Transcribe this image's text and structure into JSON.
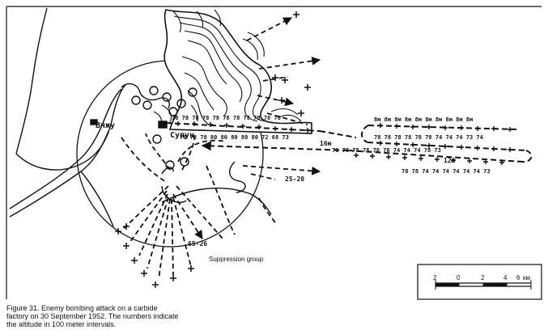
{
  "map": {
    "place_labels": {
      "vchzhu": "Вчжу",
      "supung": "Супун"
    },
    "altitude_labels": {
      "upper_row_1": "78 78 78 78 78 78 78 78 78 78 78",
      "upper_row_2": "78 78 78 80 80 80 80 80 72 68 73",
      "right_row_1": "8м 8м 8м 8м 8м 8м 8м 8м 8м 8м",
      "right_row_2": "78 78 78 78 78 78 74 74 74 73 74",
      "lower_row_1": "78 78 78 78 78 78 74 74 74 78 73",
      "lower_row_2": "78 78 74 74 74 74 74 74 73",
      "alt_a": "25-20",
      "alt_b": "65-26",
      "mid_16m": "16м",
      "mid_12m": "12м"
    },
    "suppression_label": "Suppression group",
    "scale": {
      "ticks": [
        "2",
        "0",
        "2",
        "4",
        "6"
      ],
      "unit": "км"
    }
  },
  "caption": {
    "line1": "Figure 31. Enemy bombing attack on a carbide",
    "line2": "factory on 30 September 1952. The numbers indicate",
    "line3": "the altitude in 100 meter intervals."
  }
}
